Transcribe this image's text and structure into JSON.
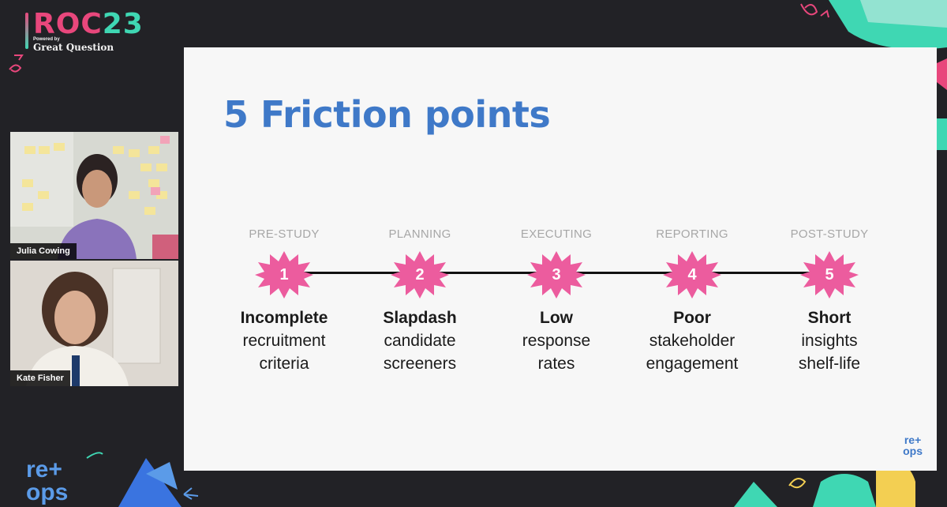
{
  "event": {
    "logo_roc": "ROC",
    "logo_year": "23",
    "powered_by": "Powered by",
    "sponsor": "Great Question"
  },
  "participants": [
    {
      "name": "Julia Cowing"
    },
    {
      "name": "Kate Fisher"
    }
  ],
  "slide": {
    "title": "5 Friction points",
    "stages": [
      {
        "label": "PRE-STUDY",
        "number": "1",
        "bold": "Incomplete",
        "desc": "recruitment\ncriteria"
      },
      {
        "label": "PLANNING",
        "number": "2",
        "bold": "Slapdash",
        "desc": "candidate\nscreeners"
      },
      {
        "label": "EXECUTING",
        "number": "3",
        "bold": "Low",
        "desc": "response\nrates"
      },
      {
        "label": "REPORTING",
        "number": "4",
        "bold": "Poor",
        "desc": "stakeholder\nengagement"
      },
      {
        "label": "POST-STUDY",
        "number": "5",
        "bold": "Short",
        "desc": "insights\nshelf-life"
      }
    ],
    "corner_logo_line1": "re+",
    "corner_logo_line2": "ops"
  },
  "brand_logo": {
    "line1": "re+",
    "line2": "ops"
  },
  "colors": {
    "background": "#222226",
    "accent_pink": "#e8477c",
    "accent_teal": "#3fd7b3",
    "title_blue": "#3f79c8",
    "burst_pink": "#ec5c9e"
  }
}
